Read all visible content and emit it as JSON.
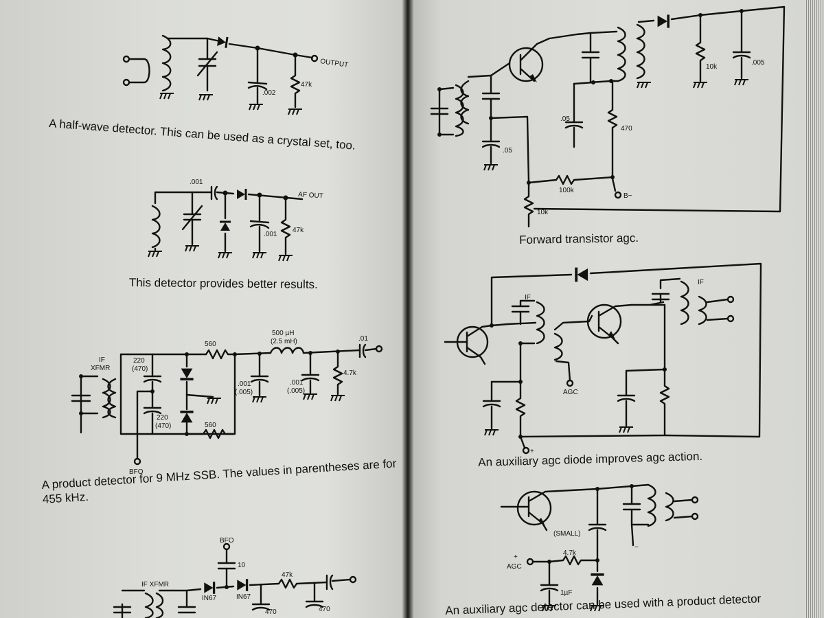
{
  "captions": {
    "half_wave": "A half-wave detector. This can be used as a crystal set, too.",
    "better": "This detector provides better results.",
    "product": "A product detector for 9 MHz SSB. The values in parentheses are for 455 kHz.",
    "forward_agc": "Forward transistor agc.",
    "aux_agc_diode": "An auxiliary agc diode improves agc action.",
    "aux_agc_detector": "An auxiliary agc detector can be used with a product detector"
  },
  "labels": {
    "c1_output": "OUTPUT",
    "c1_cap": ".002",
    "c1_res": "47k",
    "c2_top_cap": ".001",
    "c2_af_out": "AF OUT",
    "c2_cap": ".001",
    "c2_res": "47k",
    "c3_if": "IF",
    "c3_xfmr": "XFMR",
    "c3_cap_top_1": "220",
    "c3_cap_top_2": "(470)",
    "c3_cap_bot_1": "220",
    "c3_cap_bot_2": "(470)",
    "c3_res_top": "560",
    "c3_res_bot": "560",
    "c3_choke_1": "500 µH",
    "c3_choke_2": "(2.5 mH)",
    "c3_cap_a_1": ".001",
    "c3_cap_a_2": "(.005)",
    "c3_cap_b_1": ".001",
    "c3_cap_b_2": "(.005)",
    "c3_res_out": "4.7k",
    "c3_cap_out": ".01",
    "c3_bfo": "BFO",
    "c4_if_xfmr": "IF XFMR",
    "c4_bfo": "BFO",
    "c4_cap_bfo": "10",
    "c4_diode_1": "IN67",
    "c4_diode_2": "IN67",
    "c4_res": "47k",
    "c4_cap_1": "470",
    "c4_cap_2": "470",
    "c5_cap_a": ".05",
    "c5_cap_b": ".05",
    "c5_res_a": "470",
    "c5_res_b": "10k",
    "c5_cap_c": ".005",
    "c5_res_c": "100k",
    "c5_bminus": "B−",
    "c5_res_d": "10k",
    "c6_if_1": "IF",
    "c6_if_2": "IF",
    "c6_agc": "AGC",
    "c6_plus": "+",
    "c7_small": "(SMALL)",
    "c7_plus": "+",
    "c7_agc": "AGC",
    "c7_res": "4.7k",
    "c7_cap": "1µF",
    "c7_minus": "−"
  }
}
